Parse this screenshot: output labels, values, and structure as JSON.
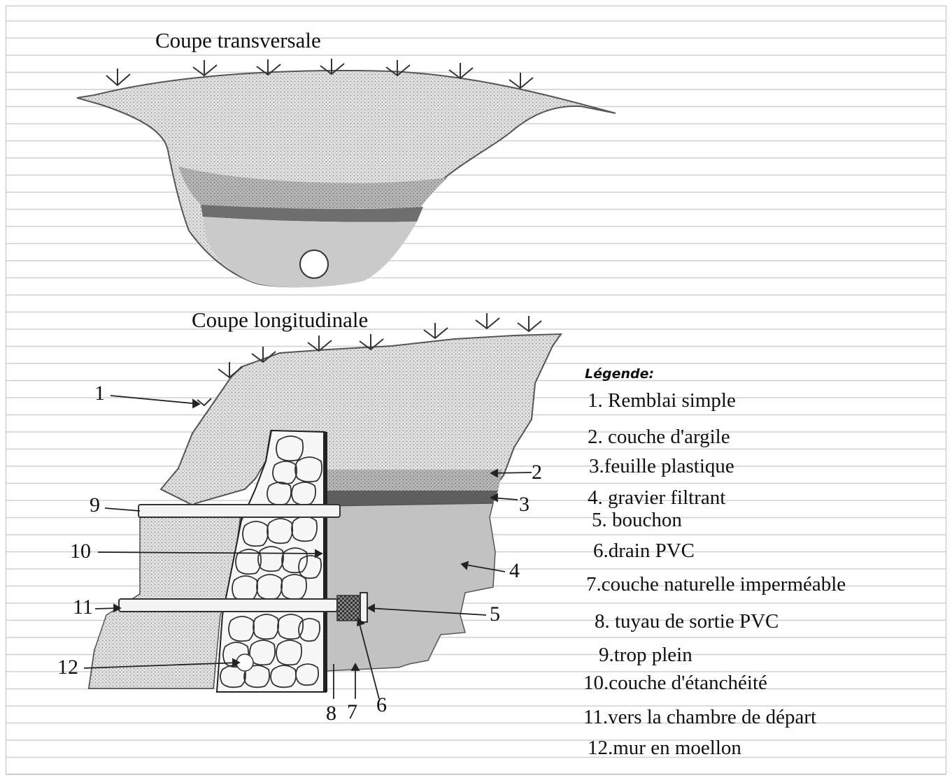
{
  "titles": {
    "cross_section": "Coupe transversale",
    "longitudinal_section": "Coupe longitudinale"
  },
  "legend": {
    "title": "Légende:",
    "items": [
      "1. Remblai simple",
      "2. couche d'argile",
      "3.feuille plastique",
      "4. gravier filtrant",
      "5. bouchon",
      "6.drain PVC",
      "7.couche naturelle imperméable",
      "8. tuyau de sortie PVC",
      "9.trop plein",
      "10.couche d'étanchéité",
      "11.vers la chambre de départ",
      "12.mur en moellon"
    ]
  },
  "callouts": [
    "1",
    "2",
    "3",
    "4",
    "5",
    "6",
    "7",
    "8",
    "9",
    "10",
    "11",
    "12"
  ],
  "colors": {
    "fill": "#dcdcdc",
    "clay": "#9c9c9c",
    "plastic": "#707070",
    "gravel": "#c4c4c4",
    "lines": "#cfcfcf"
  }
}
